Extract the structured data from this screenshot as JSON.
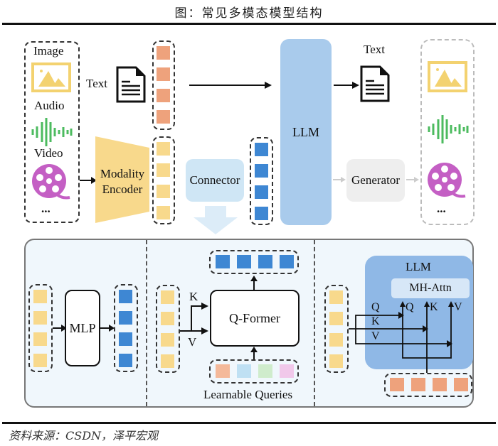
{
  "figure_title": "图：常见多模态模型结构",
  "source_note": "资料来源：CSDN，泽平宏观",
  "colors": {
    "text_token": "#eea27c",
    "modality_token": "#f8d98c",
    "llm_token": "#3e87d3",
    "llm_block": "#a9cbec",
    "connector": "#cfe6f5",
    "generator": "#eeeeee",
    "image_icon": "#f3d270",
    "audio_icon": "#4cbb5f",
    "video_icon": "#c45fc4",
    "bottom_panel": "#f0f7fc",
    "attn_llm_block": "#8fb8e6"
  },
  "top": {
    "inputs": {
      "items": [
        {
          "label": "Image",
          "icon": "image-icon"
        },
        {
          "label": "Audio",
          "icon": "audio-waveform-icon"
        },
        {
          "label": "Video",
          "icon": "video-reel-icon"
        }
      ],
      "ellipsis": "..."
    },
    "text_input_label": "Text",
    "modality_encoder_label": [
      "Modality",
      "Encoder"
    ],
    "connector_label": "Connector",
    "llm_label": "LLM",
    "text_output_label": "Text",
    "generator_label": "Generator",
    "outputs": {
      "icons": [
        "image-icon",
        "audio-waveform-icon",
        "video-reel-icon"
      ],
      "ellipsis": "..."
    }
  },
  "bottom": {
    "mlp": {
      "label": "MLP"
    },
    "qformer": {
      "label": "Q-Former",
      "k_label": "K",
      "v_label": "V",
      "queries_label": "Learnable Queries",
      "query_colors": [
        "#f4b99a",
        "#bfe0f3",
        "#cfeccc",
        "#f1c8ea"
      ]
    },
    "attn": {
      "llm_label": "LLM",
      "mh_attn_label": "MH-Attn",
      "in_labels": [
        "Q",
        "K",
        "V"
      ],
      "head_labels": [
        "Q",
        "K",
        "V"
      ]
    }
  }
}
